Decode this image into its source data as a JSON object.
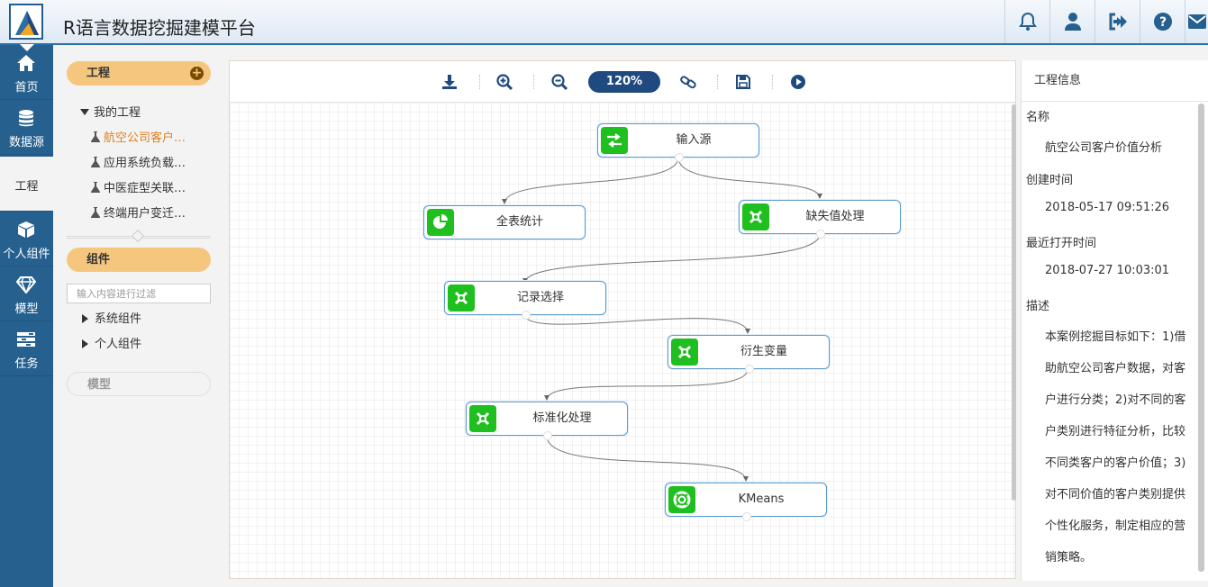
{
  "app": {
    "title": "R语言数据挖掘建模平台",
    "brand_color": "#26608f",
    "accent_color": "#f5c77e"
  },
  "header_icons": [
    "bell-icon",
    "user-icon",
    "logout-icon",
    "help-icon",
    "mail-icon"
  ],
  "nav": {
    "items": [
      {
        "label": "首页",
        "icon": "home-icon",
        "active": false
      },
      {
        "label": "数据源",
        "icon": "database-icon",
        "active": false
      },
      {
        "label": "工程",
        "icon": "",
        "active": true
      },
      {
        "label": "个人组件",
        "icon": "cube-icon",
        "active": false
      },
      {
        "label": "模型",
        "icon": "diamond-icon",
        "active": false
      },
      {
        "label": "任务",
        "icon": "tasks-icon",
        "active": false
      }
    ]
  },
  "projects": {
    "header": "工程",
    "root": "我的工程",
    "items": [
      {
        "label": "航空公司客户…",
        "current": true
      },
      {
        "label": "应用系统负载…",
        "current": false
      },
      {
        "label": "中医症型关联…",
        "current": false
      },
      {
        "label": "终端用户变迁…",
        "current": false
      }
    ]
  },
  "components": {
    "header": "组件",
    "filter_placeholder": "输入内容进行过滤",
    "items": [
      "系统组件",
      "个人组件"
    ]
  },
  "models": {
    "header": "模型"
  },
  "toolbar": {
    "zoom": "120%",
    "buttons": [
      "download-icon",
      "zoom-in-icon",
      "zoom-out-icon",
      "link-icon",
      "save-icon",
      "run-icon"
    ]
  },
  "flow": {
    "nodes": [
      {
        "id": "n1",
        "label": "输入源",
        "icon": "swap-icon"
      },
      {
        "id": "n2",
        "label": "全表统计",
        "icon": "pie-icon"
      },
      {
        "id": "n3",
        "label": "缺失值处理",
        "icon": "gear-cross-icon"
      },
      {
        "id": "n4",
        "label": "记录选择",
        "icon": "gear-cross-icon"
      },
      {
        "id": "n5",
        "label": "衍生变量",
        "icon": "gear-cross-icon"
      },
      {
        "id": "n6",
        "label": "标准化处理",
        "icon": "gear-cross-icon"
      },
      {
        "id": "n7",
        "label": "KMeans",
        "icon": "lifebuoy-icon"
      }
    ],
    "edges": [
      [
        "n1",
        "n2"
      ],
      [
        "n1",
        "n3"
      ],
      [
        "n3",
        "n4"
      ],
      [
        "n4",
        "n5"
      ],
      [
        "n5",
        "n6"
      ],
      [
        "n6",
        "n7"
      ]
    ]
  },
  "info": {
    "title": "工程信息",
    "name_key": "名称",
    "name": "航空公司客户价值分析",
    "created_key": "创建时间",
    "created": "2018-05-17 09:51:26",
    "opened_key": "最近打开时间",
    "opened": "2018-07-27 10:03:01",
    "desc_key": "描述",
    "desc": "本案例挖掘目标如下：1)借\n助航空公司客户数据，对客\n户进行分类；2)对不同的客\n户类别进行特征分析，比较\n不同类客户的客户价值；3)\n对不同价值的客户类别提供\n个性化服务，制定相应的营\n销策略。"
  }
}
